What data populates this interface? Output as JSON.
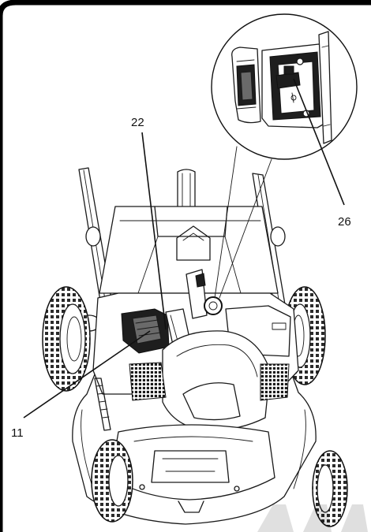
{
  "callouts": {
    "label_22": "22",
    "label_26": "26",
    "label_11": "11"
  },
  "colors": {
    "ink": "#111111",
    "background": "#ffffff",
    "frame": "#000000"
  }
}
